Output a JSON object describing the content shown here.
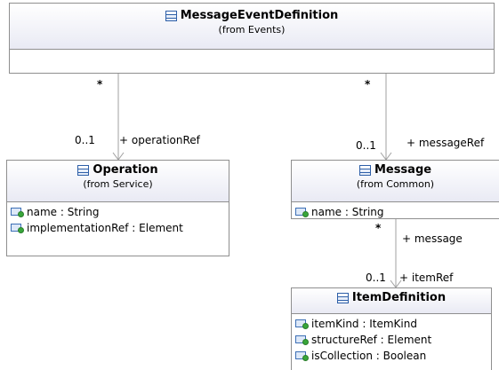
{
  "classes": {
    "message_event_definition": {
      "name": "MessageEventDefinition",
      "from": "(from Events)",
      "attributes": []
    },
    "operation": {
      "name": "Operation",
      "from": "(from Service)",
      "attributes": [
        "name : String",
        "implementationRef : Element"
      ]
    },
    "message": {
      "name": "Message",
      "from": "(from Common)",
      "attributes": [
        "name : String"
      ]
    },
    "item_definition": {
      "name": "ItemDefinition",
      "from": "",
      "attributes": [
        "itemKind : ItemKind",
        "structureRef : Element",
        "isCollection : Boolean"
      ]
    }
  },
  "associations": {
    "operation_ref": {
      "source_multiplicity": "*",
      "target_multiplicity": "0..1",
      "role": "+ operationRef"
    },
    "message_ref": {
      "source_multiplicity": "*",
      "target_multiplicity": "0..1",
      "role": "+ messageRef"
    },
    "message_item": {
      "source_role": "+ message",
      "source_multiplicity": "*",
      "target_multiplicity": "0..1",
      "role": "+ itemRef"
    }
  },
  "colors": {
    "border": "#8f8f8f",
    "header_gradient_end": "#e9eaf4",
    "class_icon": "#2e5fa8",
    "attribute_icon_dot": "#38a63a",
    "connector": "#a0a0a0"
  },
  "icons": {
    "class": "class-icon",
    "attribute": "attribute-icon"
  }
}
